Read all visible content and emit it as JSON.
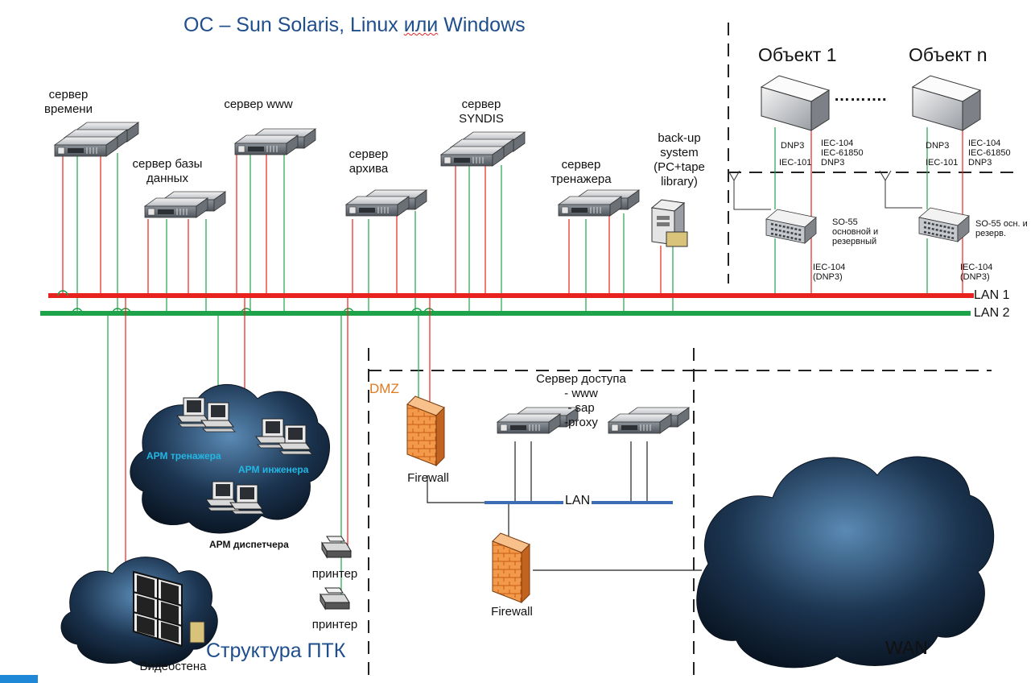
{
  "header": {
    "os_prefix": "ОС – Sun Solaris, Linux ",
    "os_or": "или",
    "os_suffix": " Windows"
  },
  "footer_title": "Структура ПТК",
  "servers": {
    "time": "сервер\nвремени",
    "database": "сервер базы\nданных",
    "www": "сервер www",
    "archive": "сервер\nархива",
    "syndis": "сервер\nSYNDIS",
    "trainer": "сервер\nтренажера",
    "backup": "back-up\nsystem\n(PC+tape\nlibrary)"
  },
  "objects": {
    "obj1": "Объект 1",
    "objn": "Объект n",
    "dots": "……….",
    "dnp3_a": "DNP3",
    "iec101_a": "IEC-101",
    "protocols_a": "IEC-104\nIEC-61850\nDNP3",
    "dnp3_b": "DNP3",
    "iec101_b": "IEC-101",
    "protocols_b": "IEC-104\nIEC-61850\nDNP3",
    "so55_a": "SO-55\nосновной и\nрезервный",
    "so55_b": "SO-55 осн. и\nрезерв.",
    "iec104_a": "IEC-104\n(DNP3)",
    "iec104_b": "IEC-104\n(DNP3)"
  },
  "lans": {
    "lan1": "LAN 1",
    "lan2": "LAN 2",
    "lan_dmz": "LAN"
  },
  "dmz": {
    "label": "DMZ",
    "access_server": "Сервер доступа\n- www\n- sap\n-proxy",
    "firewall_top": "Firewall",
    "firewall_bottom": "Firewall",
    "wan": "WAN"
  },
  "workstations": {
    "trainer": "АРМ тренажера",
    "engineer": "АРМ инженера",
    "dispatcher": "АРМ диспетчера"
  },
  "printers": {
    "p1": "принтер",
    "p2": "принтер"
  },
  "videowall": "Видеостена",
  "colors": {
    "lan1": "#e8231f",
    "lan2": "#1fa34a",
    "dmz_lan": "#3a6db5",
    "title": "#1f4e8c",
    "dmz_label": "#e07a1f",
    "workstation_label": "#23b7e5",
    "firewall": "#f08a3c"
  }
}
